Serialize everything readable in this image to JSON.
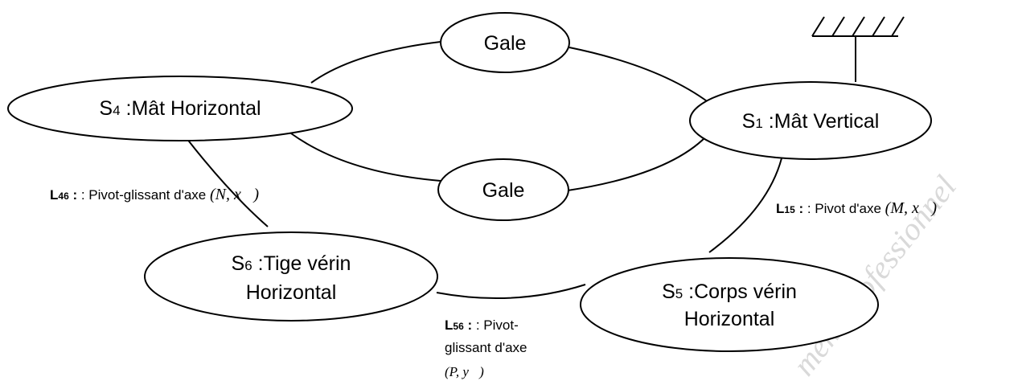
{
  "nodes": {
    "s4": {
      "sub": "4",
      "label": " :Mât Horizontal"
    },
    "s1": {
      "sub": "1",
      "label": " :Mât Vertical"
    },
    "gale_top": {
      "label": "Gale"
    },
    "gale_mid": {
      "label": "Gale"
    },
    "s6": {
      "sub": "6",
      "line1": " :Tige vérin",
      "line2": "Horizontal"
    },
    "s5": {
      "sub": "5",
      "line1": " :Corps vérin",
      "line2": "Horizontal"
    }
  },
  "links": {
    "l46": {
      "sub": "46",
      "text": " : Pivot-glissant d'axe ",
      "math": "(N, x⃗)"
    },
    "l15": {
      "sub": "15",
      "text": " : Pivot d'axe ",
      "math": "(M, x⃗)"
    },
    "l56": {
      "sub": "56",
      "line1": " : Pivot-",
      "line2": "glissant d'axe",
      "math": "(P, y⃗)"
    }
  },
  "watermark": "ment professionnel"
}
